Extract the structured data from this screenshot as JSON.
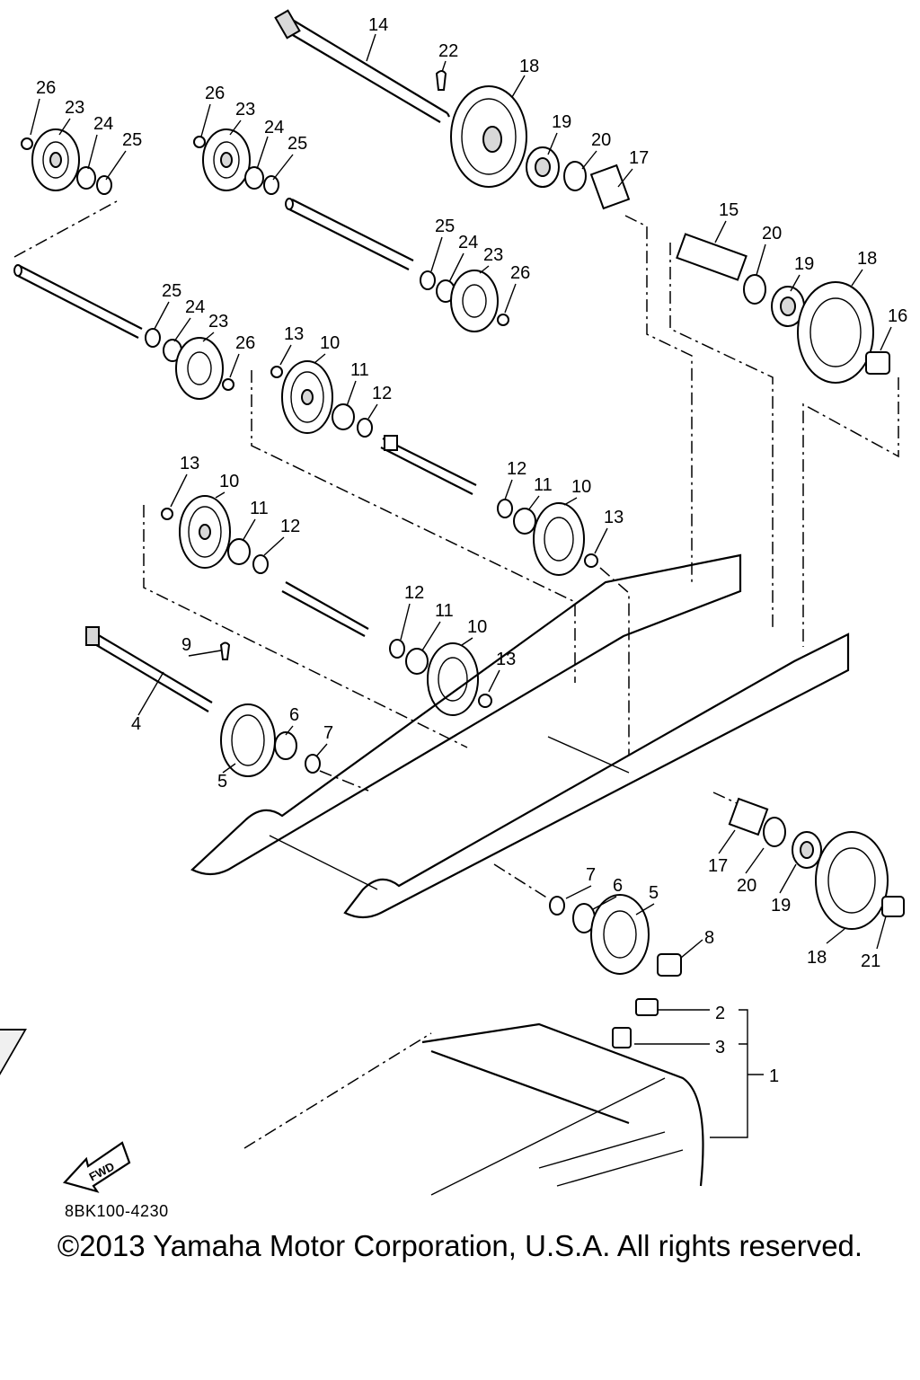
{
  "callouts": {
    "c1": "1",
    "c2": "2",
    "c3": "3",
    "c4": "4",
    "c5a": "5",
    "c5b": "5",
    "c6a": "6",
    "c6b": "6",
    "c7a": "7",
    "c7b": "7",
    "c8": "8",
    "c9": "9",
    "c10a": "10",
    "c10b": "10",
    "c10c": "10",
    "c10d": "10",
    "c11a": "11",
    "c11b": "11",
    "c11c": "11",
    "c11d": "11",
    "c12a": "12",
    "c12b": "12",
    "c12c": "12",
    "c12d": "12",
    "c13a": "13",
    "c13b": "13",
    "c13c": "13",
    "c13d": "13",
    "c14": "14",
    "c15": "15",
    "c16": "16",
    "c17a": "17",
    "c17b": "17",
    "c18a": "18",
    "c18b": "18",
    "c18c": "18",
    "c19a": "19",
    "c19b": "19",
    "c19c": "19",
    "c20a": "20",
    "c20b": "20",
    "c20c": "20",
    "c21": "21",
    "c22": "22",
    "c23a": "23",
    "c23b": "23",
    "c23c": "23",
    "c23d": "23",
    "c24a": "24",
    "c24b": "24",
    "c24c": "24",
    "c24d": "24",
    "c25a": "25",
    "c25b": "25",
    "c25c": "25",
    "c25d": "25",
    "c26a": "26",
    "c26b": "26",
    "c26c": "26",
    "c26d": "26"
  },
  "fwd_label": "FWD",
  "diagram_code": "8BK100-4230",
  "copyright": "©2013 Yamaha Motor Corporation, U.S.A. All rights reserved."
}
